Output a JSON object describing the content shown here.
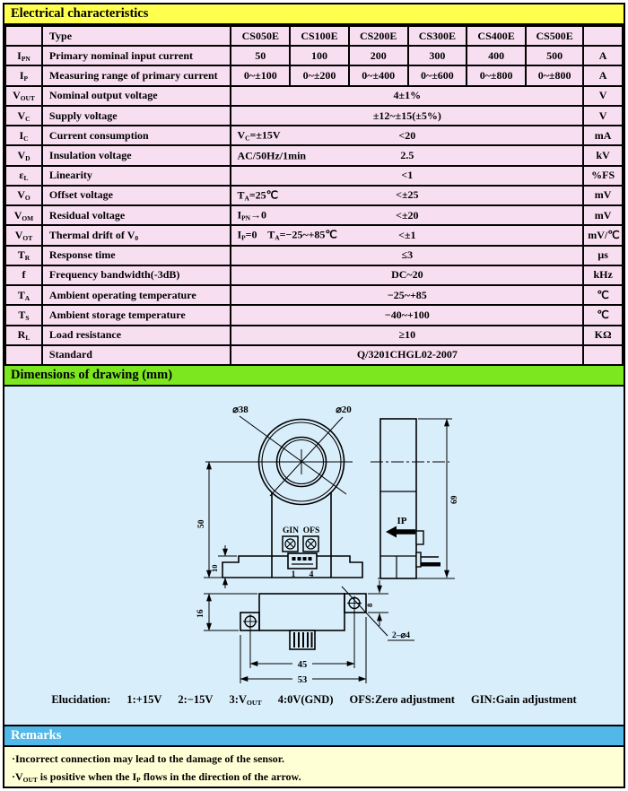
{
  "sections": {
    "electrical": "Electrical characteristics",
    "dimensions": "Dimensions of drawing (mm)",
    "remarks": "Remarks"
  },
  "colors": {
    "electrical_header_bg": "#FFFF4D",
    "table_cell_bg": "#F8DEF1",
    "dimensions_header_bg": "#7CE71E",
    "drawing_bg": "#D9EEFB",
    "remarks_header_bg": "#52B8EA",
    "remarks_body_bg": "#FFFFD6",
    "border": "#000000"
  },
  "table": {
    "type_label": "Type",
    "models": [
      "CS050E",
      "CS100E",
      "CS200E",
      "CS300E",
      "CS400E",
      "CS500E"
    ],
    "rows": [
      {
        "symbol": "I_{PN}",
        "param": "Primary nominal input current",
        "cells": [
          "50",
          "100",
          "200",
          "300",
          "400",
          "500"
        ],
        "unit": "A"
      },
      {
        "symbol": "I_{P}",
        "param": "Measuring range of primary current",
        "cells": [
          "0~±100",
          "0~±200",
          "0~±400",
          "0~±600",
          "0~±800",
          "0~±800"
        ],
        "unit": "A"
      },
      {
        "symbol": "V_{OUT}",
        "param": "Nominal output voltage",
        "span": "4±1%",
        "unit": "V"
      },
      {
        "symbol": "V_{C}",
        "param": "Supply voltage",
        "span": "±12~±15(±5%)",
        "unit": "V"
      },
      {
        "symbol": "I_{C}",
        "param": "Current consumption",
        "condition": "V_{C}=±15V",
        "span": "<20",
        "unit": "mA"
      },
      {
        "symbol": "V_{D}",
        "param": "Insulation voltage",
        "condition": "AC/50Hz/1min",
        "span": "2.5",
        "unit": "kV"
      },
      {
        "symbol": "ε_{L}",
        "param": "Linearity",
        "span": "<1",
        "unit": "%FS"
      },
      {
        "symbol": "V_{O}",
        "param": "Offset voltage",
        "condition": "T_{A}=25℃",
        "span": "<±25",
        "unit": "mV"
      },
      {
        "symbol": "V_{OM}",
        "param": "Residual voltage",
        "condition": "I_{PN}→0",
        "span": "<±20",
        "unit": "mV"
      },
      {
        "symbol": "V_{OT}",
        "param": "Thermal drift of V_{0}",
        "condition": "I_{P}=0    T_{A}=−25~+85℃",
        "span": "<±1",
        "unit": "mV/℃"
      },
      {
        "symbol": "T_{R}",
        "param": "Response time",
        "span": "≤3",
        "unit": "μs"
      },
      {
        "symbol": "f",
        "param": "Frequency bandwidth(-3dB)",
        "span": "DC~20",
        "unit": "kHz"
      },
      {
        "symbol": "T_{A}",
        "param": "Ambient operating temperature",
        "span": "−25~+85",
        "unit": "℃"
      },
      {
        "symbol": "T_{S}",
        "param": "Ambient storage temperature",
        "span": "−40~+100",
        "unit": "℃"
      },
      {
        "symbol": "R_{L}",
        "param": "Load resistance",
        "span": "≥10",
        "unit": "KΩ"
      },
      {
        "symbol": "",
        "param": "Standard",
        "span": "Q/3201CHGL02-2007",
        "unit": ""
      }
    ]
  },
  "drawing": {
    "front": {
      "dia_outer": "⌀38",
      "dia_inner": "⌀20",
      "dim_height": "50",
      "dim_base": "10",
      "gain_label": "GIN",
      "offset_label": "OFS",
      "pin_first": "1",
      "pin_last": "4"
    },
    "side": {
      "dim_height": "69",
      "current_label": "IP"
    },
    "bottom": {
      "dim_depth": "16",
      "dim_ear": "8",
      "dim_holes": "2–⌀4",
      "dim_hole_span": "45",
      "dim_width": "53"
    },
    "elucidation": {
      "label": "Elucidation:",
      "items": [
        "1:+15V",
        "2:−15V",
        "3:V_{OUT}",
        "4:0V(GND)",
        "OFS:Zero adjustment",
        "GIN:Gain adjustment"
      ]
    }
  },
  "remarks_lines": [
    "·Incorrect connection may lead to the damage of the sensor.",
    "·V_{OUT} is positive when the I_{P} flows in the direction of the arrow."
  ]
}
